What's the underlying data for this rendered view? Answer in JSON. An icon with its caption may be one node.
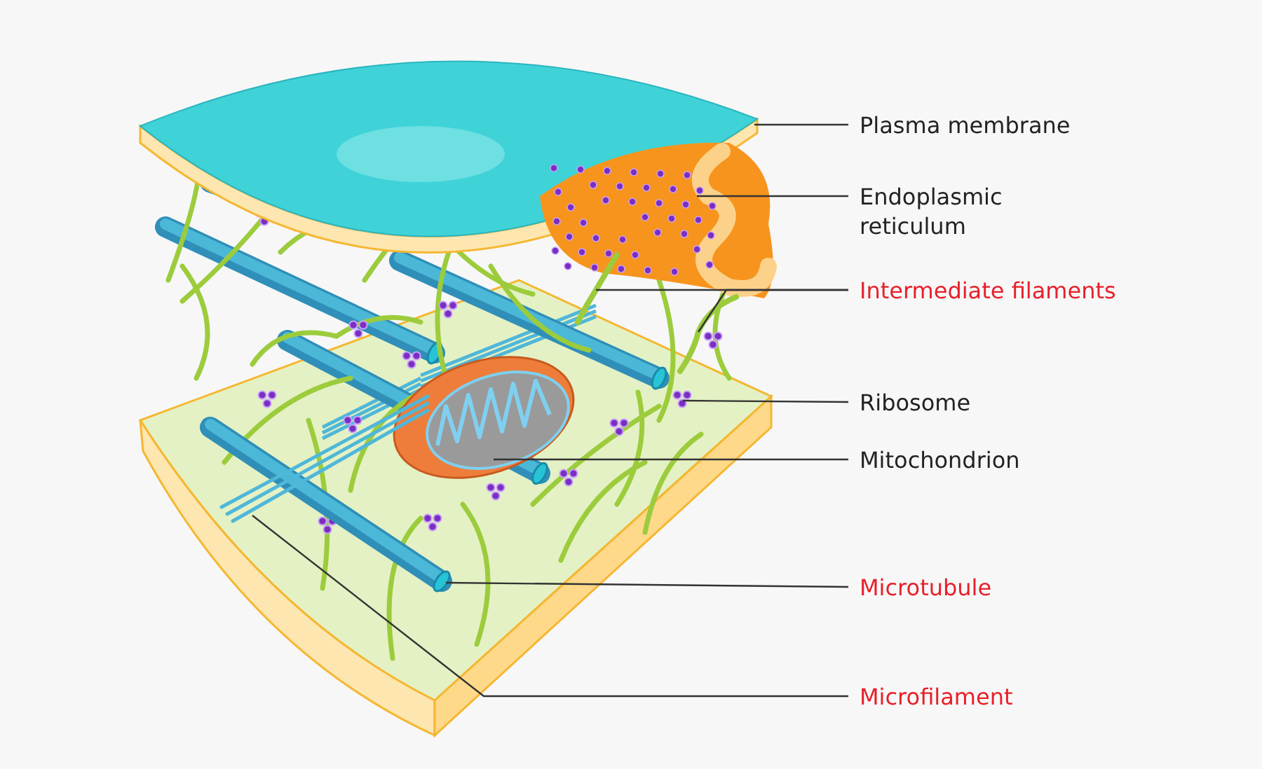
{
  "diagram": {
    "nodes": [
      {
        "text": [
          "Plasma membrane"
        ]
      },
      {
        "text": [
          "Endoplasmic reticulum"
        ]
      },
      {
        "text": [
          "Intermediate filaments"
        ]
      },
      {
        "text": [
          "Ribosome"
        ]
      },
      {
        "text": [
          "Mitochondrion"
        ]
      },
      {
        "text": [
          "Microtubule"
        ]
      },
      {
        "text": [
          "Microfilament"
        ]
      },
      {
        "text": [],
        "shape": "picture"
      },
      {
        "text": [],
        "shape": "picture"
      },
      {
        "text": [],
        "shape": "picture"
      },
      {
        "text": [],
        "shape": "picture"
      },
      {
        "text": [],
        "shape": "picture"
      },
      {
        "text": [],
        "shape": "picture"
      },
      {
        "text": [],
        "shape": "picture"
      },
      {
        "text": [],
        "shape": "picture"
      }
    ],
    "edges": [
      {
        "from": 0,
        "to": 7,
        "arrow": "none"
      },
      {
        "from": 1,
        "to": 8,
        "arrow": "none"
      },
      {
        "from": 2,
        "to": 9,
        "arrow": "none"
      },
      {
        "from": 2,
        "to": 10,
        "arrow": "none"
      },
      {
        "from": 3,
        "to": 11,
        "arrow": "none"
      },
      {
        "from": 4,
        "to": 12,
        "arrow": "none"
      },
      {
        "from": 5,
        "to": 13,
        "arrow": "none"
      },
      {
        "from": 6,
        "to": 14,
        "arrow": "none"
      }
    ]
  }
}
